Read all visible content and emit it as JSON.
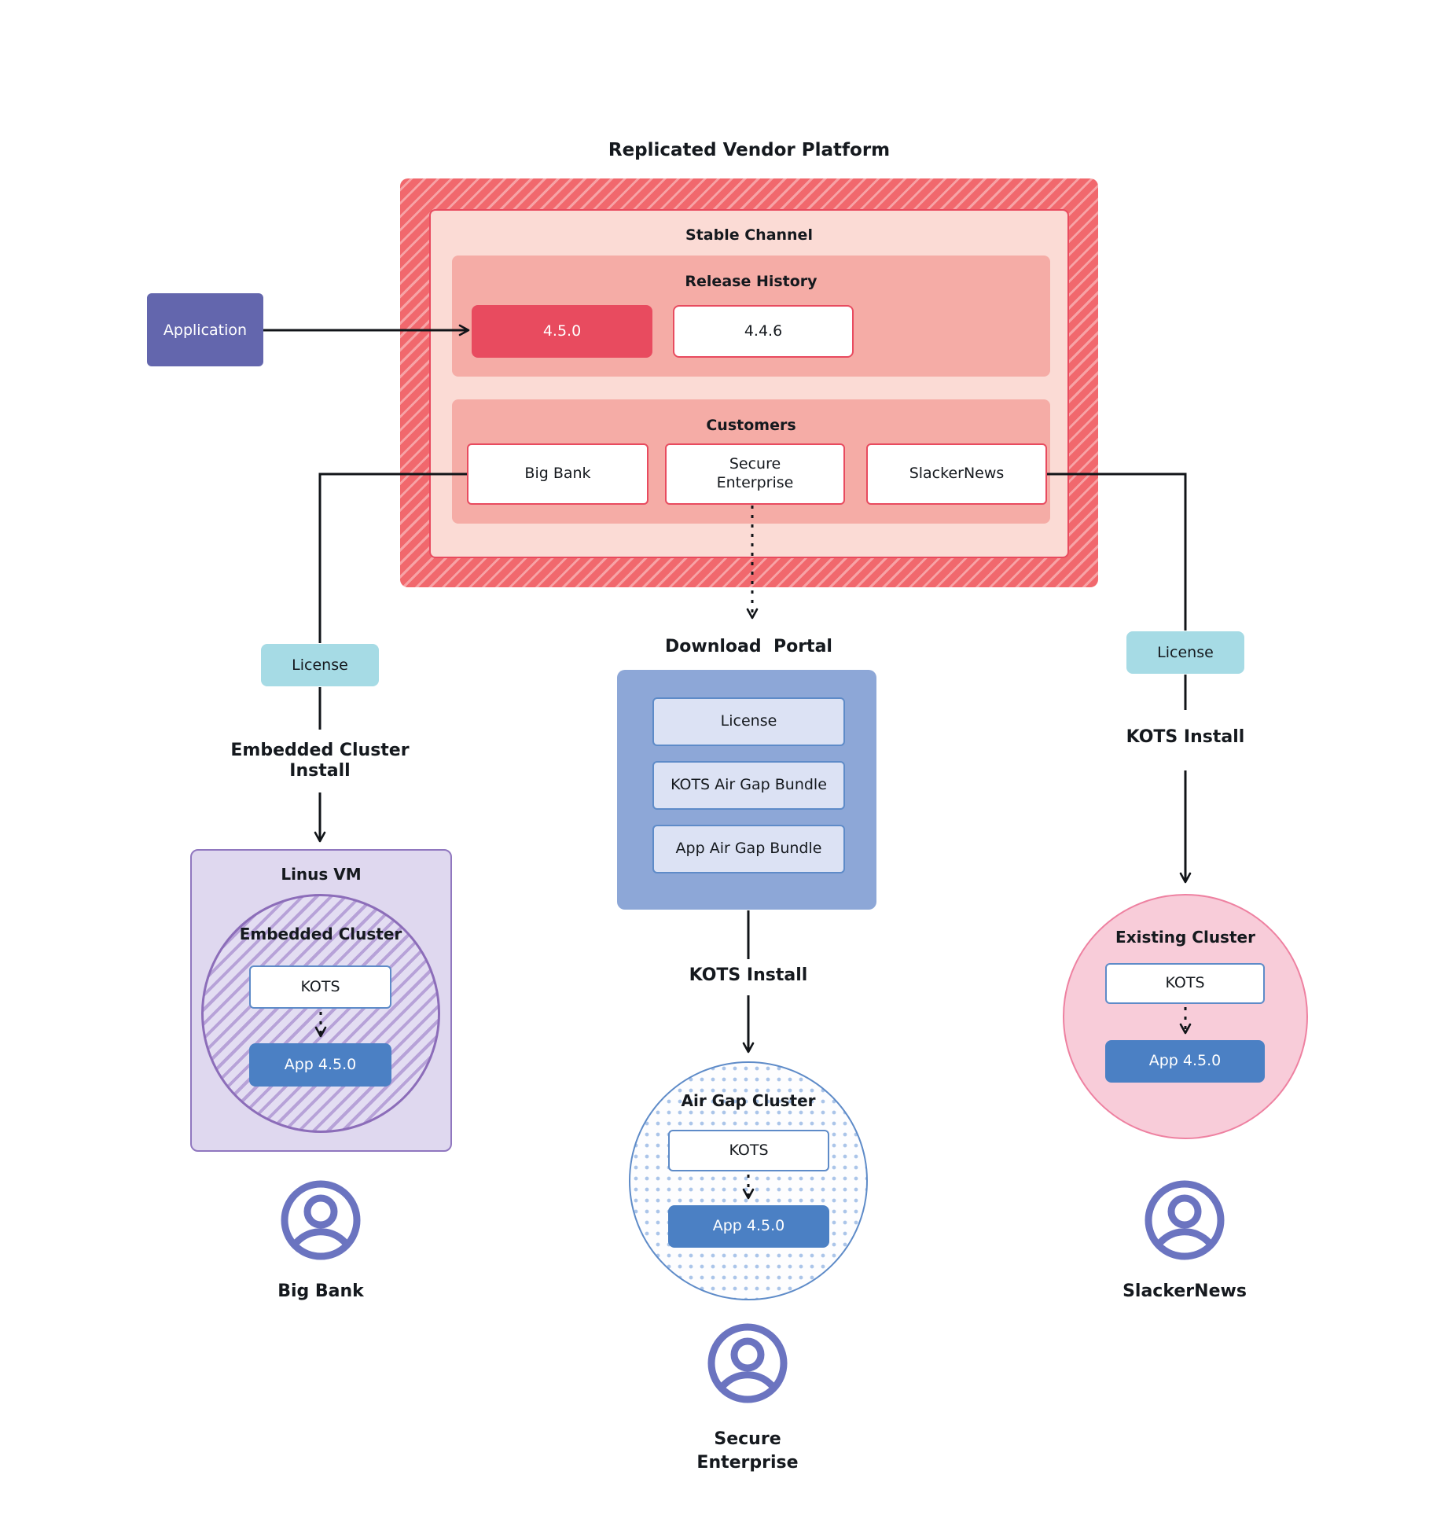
{
  "title": "Replicated Vendor Platform",
  "application": {
    "label": "Application"
  },
  "platform": {
    "stable_channel": {
      "label": "Stable Channel"
    },
    "release_history": {
      "label": "Release History",
      "releases": [
        {
          "version": "4.5.0",
          "current": true
        },
        {
          "version": "4.4.6",
          "current": false
        }
      ]
    },
    "customers": {
      "label": "Customers",
      "items": [
        "Big Bank",
        "Secure Enterprise",
        "SlackerNews"
      ]
    }
  },
  "left": {
    "license_label": "License",
    "install_label": "Embedded Cluster Install",
    "vm_label": "Linus VM",
    "cluster_label": "Embedded Cluster",
    "kots_label": "KOTS",
    "app_label": "App 4.5.0",
    "user_label": "Big Bank",
    "user_icon": "person-circle-icon"
  },
  "middle": {
    "portal_label": "Download  Portal",
    "portal_items": [
      "License",
      "KOTS Air Gap Bundle",
      "App Air Gap Bundle"
    ],
    "install_label": "KOTS Install",
    "cluster_label": "Air Gap Cluster",
    "kots_label": "KOTS",
    "app_label": "App 4.5.0",
    "user_label": "Secure Enterprise",
    "user_icon": "person-circle-icon"
  },
  "right": {
    "license_label": "License",
    "install_label": "KOTS Install",
    "cluster_label": "Existing Cluster",
    "kots_label": "KOTS",
    "app_label": "App 4.5.0",
    "user_label": "SlackerNews",
    "user_icon": "person-circle-icon"
  },
  "colors": {
    "accent-red": "#E84B5F",
    "hatch-base": "#F1686D",
    "hatch-stripe": "#F7A3A6",
    "pink-light": "#FBDBD5",
    "pink-mid": "#F5ACA6",
    "purple-app": "#6366AD",
    "teal": "#A6DBE5",
    "portal-blue": "#8DA7D7",
    "portal-item": "#DCE2F4",
    "blue-border": "#5E8BC8",
    "app-blue": "#4B80C4",
    "linus-bg": "#DFD8EF",
    "linus-border": "#9077BF",
    "circle-purple": "#8C6DB9",
    "purple-stripe": "#B7A2D8",
    "dot-blue": "#ABC5E9",
    "existing-fill": "#F8CCD9",
    "existing-border": "#EE81A1",
    "icon-purple": "#6B74C0"
  }
}
